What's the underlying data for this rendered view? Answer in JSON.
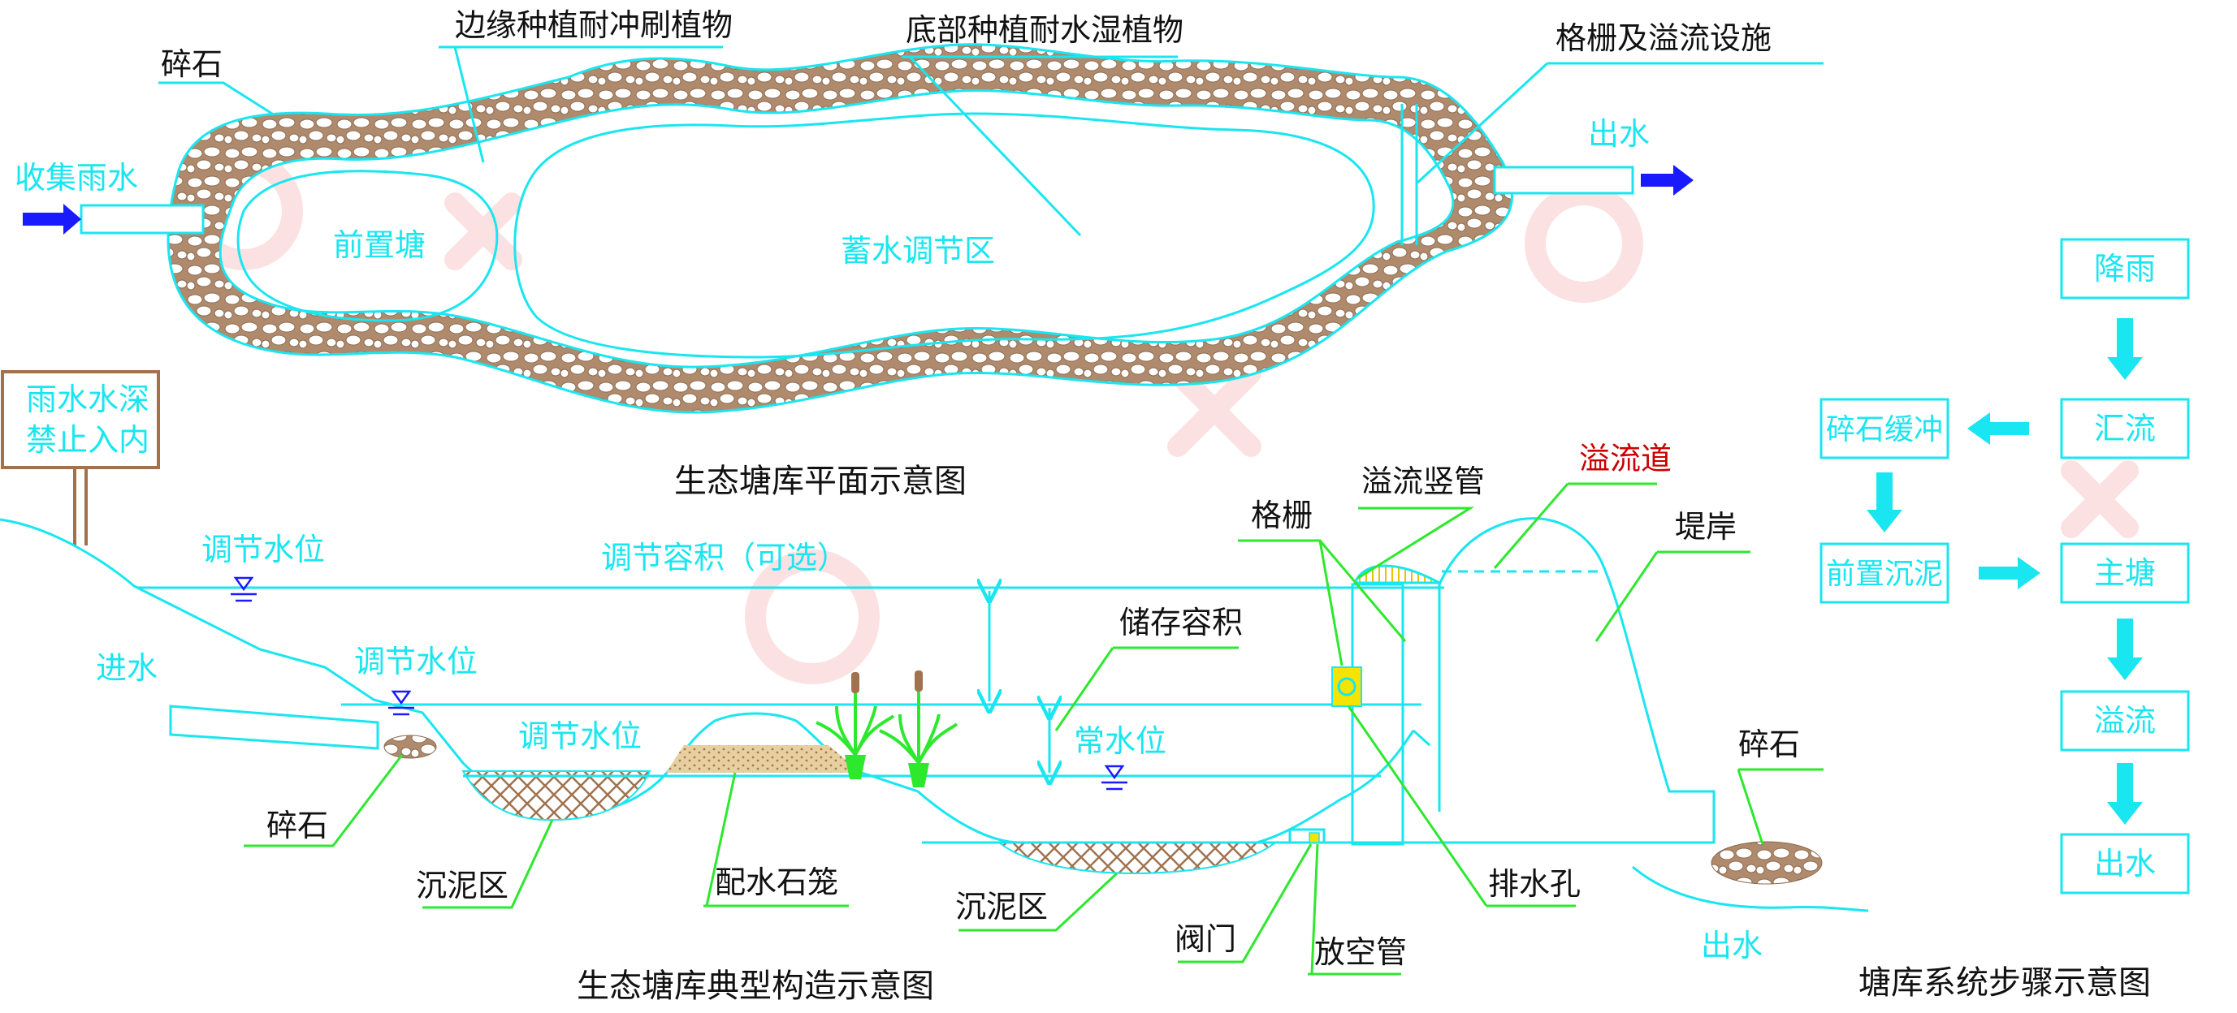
{
  "plan": {
    "title": "生态塘库平面示意图",
    "inflow": "收集雨水",
    "outflow": "出水",
    "gravel": "碎石",
    "edge_plants": "边缘种植耐冲刷植物",
    "bottom_plants": "底部种植耐水湿植物",
    "grate_overflow": "格栅及溢流设施",
    "forebay": "前置塘",
    "storage_zone": "蓄水调节区"
  },
  "section": {
    "title": "生态塘库典型构造示意图",
    "sign_line1": "雨水水深",
    "sign_line2": "禁止入内",
    "reg_level_top": "调节水位",
    "reg_volume": "调节容积（可选）",
    "inflow": "进水",
    "reg_level_mid": "调节水位",
    "reg_level_low": "调节水位",
    "storage_volume": "储存容积",
    "normal_level": "常水位",
    "gravel_left": "碎石",
    "sediment_left": "沉泥区",
    "gabion": "配水石笼",
    "sediment_right": "沉泥区",
    "valve": "阀门",
    "drain_pipe": "放空管",
    "grate": "格栅",
    "overflow_riser": "溢流竖管",
    "spillway": "溢流道",
    "embankment": "堤岸",
    "drain_hole": "排水孔",
    "gravel_right": "碎石",
    "outflow": "出水"
  },
  "flow": {
    "title": "塘库系统步骤示意图",
    "rain": "降雨",
    "confluence": "汇流",
    "gravel_buffer": "碎石缓冲",
    "pre_settle": "前置沉泥",
    "main_pond": "主塘",
    "overflow": "溢流",
    "outflow": "出水"
  },
  "colors": {
    "line": "#19e6f0",
    "leader": "#2ee82e",
    "arrow": "#1a1aff",
    "gravel": "#b08a6c",
    "gabion": "#e8cfa0",
    "text": "#111111"
  }
}
